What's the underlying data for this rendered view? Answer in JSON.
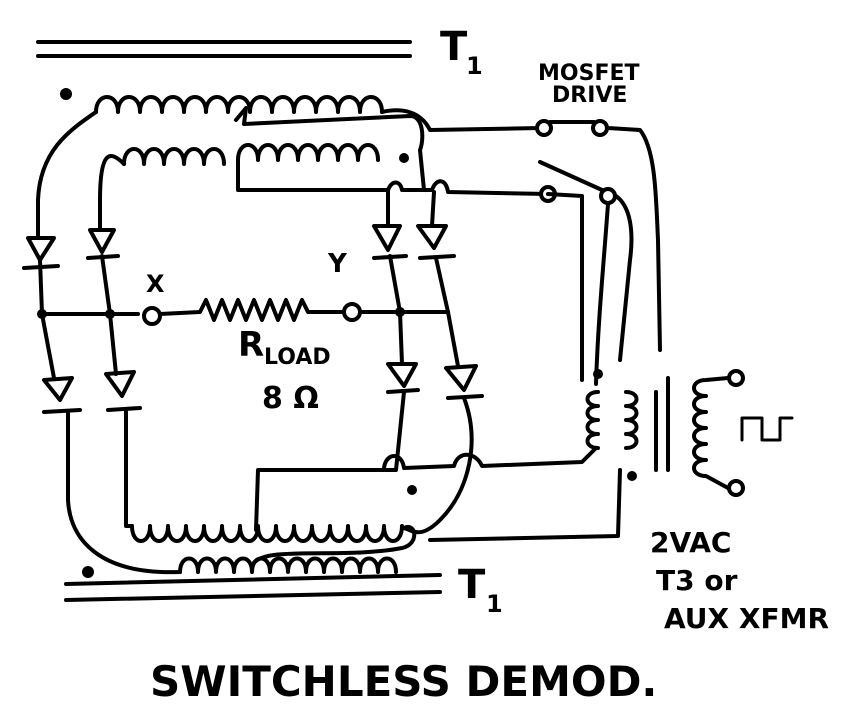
{
  "transformer_top_label": "T",
  "transformer_top_sub": "1",
  "transformer_bottom_label": "T",
  "transformer_bottom_sub": "1",
  "mosfet_label_line1": "MOSFET",
  "mosfet_label_line2": "DRIVE",
  "node_x_label": "X",
  "node_y_label": "Y",
  "rload_label": "R",
  "rload_sub": "LOAD",
  "rload_value": "8 Ω",
  "aux_line1": "2VAC",
  "aux_line2": "T3 or",
  "aux_line3": "AUX XFMR",
  "caption": "SWITCHLESS DEMOD."
}
